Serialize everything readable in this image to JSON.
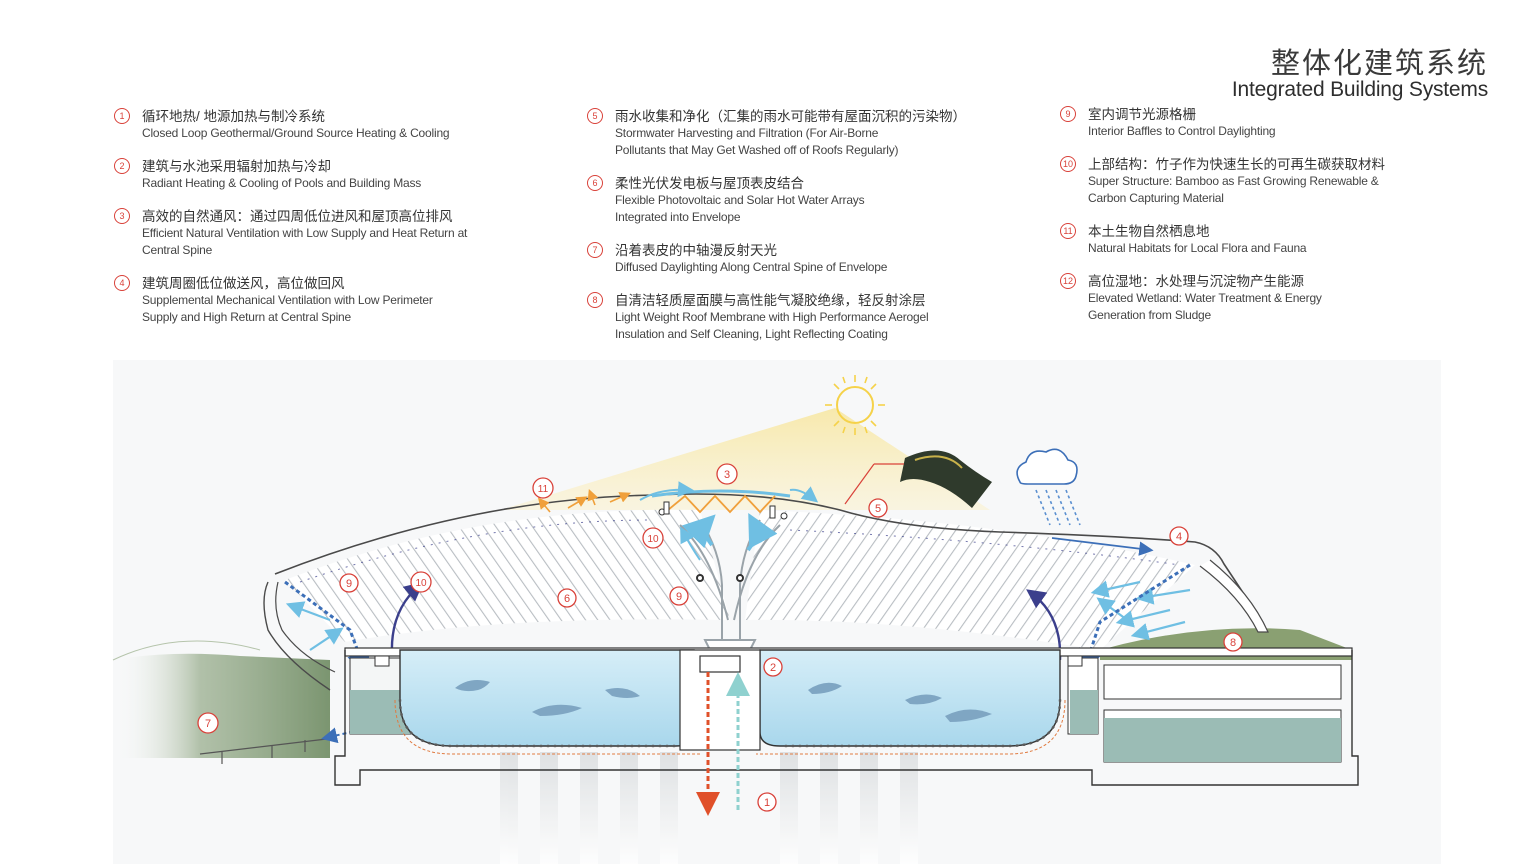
{
  "title": {
    "cn": "整体化建筑系统",
    "en": "Integrated Building Systems"
  },
  "legend": [
    {
      "num": "1",
      "cn": "循环地热/ 地源加热与制冷系统",
      "en": [
        "Closed Loop Geothermal/Ground Source Heating & Cooling"
      ]
    },
    {
      "num": "2",
      "cn": "建筑与水池采用辐射加热与冷却",
      "en": [
        "Radiant Heating & Cooling of Pools and Building Mass"
      ]
    },
    {
      "num": "3",
      "cn": "高效的自然通风：通过四周低位进风和屋顶高位排风",
      "en": [
        "Efficient Natural Ventilation with Low Supply and Heat Return at",
        "Central Spine"
      ]
    },
    {
      "num": "4",
      "cn": "建筑周圈低位做送风，高位做回风",
      "en": [
        "Supplemental Mechanical Ventilation with Low Perimeter",
        "Supply and High Return at Central Spine"
      ]
    },
    {
      "num": "5",
      "cn": "雨水收集和净化（汇集的雨水可能带有屋面沉积的污染物）",
      "en": [
        "Stormwater Harvesting and Filtration (For Air-Borne",
        "Pollutants that May Get Washed off of Roofs Regularly)"
      ]
    },
    {
      "num": "6",
      "cn": "柔性光伏发电板与屋顶表皮结合",
      "en": [
        "Flexible Photovoltaic and Solar Hot Water Arrays",
        "Integrated into Envelope"
      ]
    },
    {
      "num": "7",
      "cn": "沿着表皮的中轴漫反射天光",
      "en": [
        "Diffused Daylighting Along Central Spine of Envelope"
      ]
    },
    {
      "num": "8",
      "cn": "自清洁轻质屋面膜与高性能气凝胶绝缘，轻反射涂层",
      "en": [
        "Light Weight Roof Membrane with High Performance Aerogel",
        "Insulation and Self Cleaning, Light Reflecting Coating"
      ]
    },
    {
      "num": "9",
      "cn": "室内调节光源格栅",
      "en": [
        "Interior Baffles to Control Daylighting"
      ]
    },
    {
      "num": "10",
      "cn": "上部结构：竹子作为快速生长的可再生碳获取材料",
      "en": [
        "Super Structure: Bamboo as Fast Growing Renewable &",
        "Carbon Capturing Material"
      ]
    },
    {
      "num": "11",
      "cn": "本土生物自然栖息地",
      "en": [
        "Natural Habitats for Local Flora and Fauna"
      ]
    },
    {
      "num": "12",
      "cn": "高位湿地：水处理与沉淀物产生能源",
      "en": [
        "Elevated Wetland: Water Treatment & Energy",
        "Generation from Sludge"
      ]
    }
  ],
  "callouts": [
    {
      "num": "1"
    },
    {
      "num": "2"
    },
    {
      "num": "3"
    },
    {
      "num": "4"
    },
    {
      "num": "5"
    },
    {
      "num": "6"
    },
    {
      "num": "7"
    },
    {
      "num": "8"
    },
    {
      "num": "9"
    },
    {
      "num": "9"
    },
    {
      "num": "10"
    },
    {
      "num": "10"
    },
    {
      "num": "11"
    }
  ],
  "colors": {
    "accent_red": "#d9423a",
    "supply_blue": "#6fbfe3",
    "return_navy": "#3b3f8c",
    "pool_water": "#bfe4f3",
    "wetland_green": "#7e9a6a",
    "sun_yellow": "#f5d24a"
  }
}
